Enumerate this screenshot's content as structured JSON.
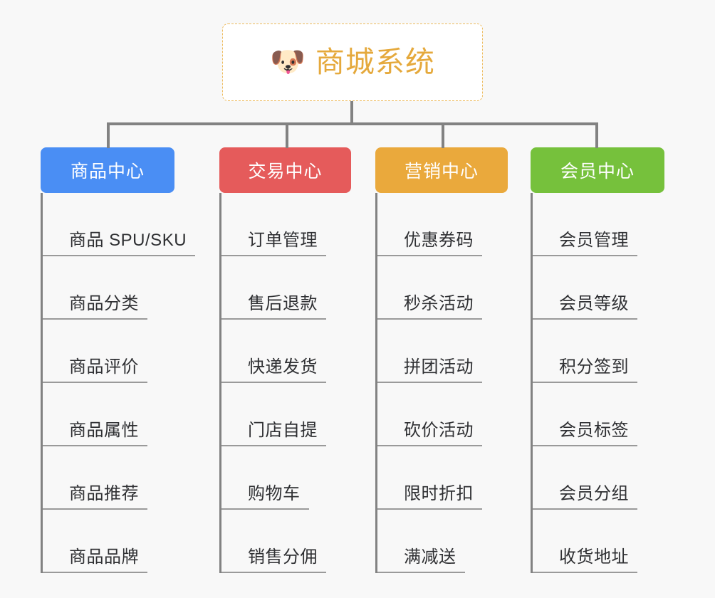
{
  "page": {
    "background_color": "#f8f8f8",
    "line_color": "#828282",
    "leaf_text_color": "#2f3033"
  },
  "root": {
    "icon": "dog-face-emoji",
    "emoji": "🐶",
    "title": "商城系统",
    "text_color": "#e5a93c",
    "border_color": "#edbb5e",
    "background_color": "#ffffff"
  },
  "branches": [
    {
      "id": "product-center",
      "label": "商品中心",
      "color": "#4a8ef4",
      "items": [
        {
          "label": "商品 SPU/SKU"
        },
        {
          "label": "商品分类"
        },
        {
          "label": "商品评价"
        },
        {
          "label": "商品属性"
        },
        {
          "label": "商品推荐"
        },
        {
          "label": "商品品牌"
        }
      ]
    },
    {
      "id": "trade-center",
      "label": "交易中心",
      "color": "#e55b5b",
      "items": [
        {
          "label": "订单管理"
        },
        {
          "label": "售后退款"
        },
        {
          "label": "快递发货"
        },
        {
          "label": "门店自提"
        },
        {
          "label": "购物车"
        },
        {
          "label": "销售分佣"
        }
      ]
    },
    {
      "id": "marketing-center",
      "label": "营销中心",
      "color": "#eaa93c",
      "items": [
        {
          "label": "优惠券码"
        },
        {
          "label": "秒杀活动"
        },
        {
          "label": "拼团活动"
        },
        {
          "label": "砍价活动"
        },
        {
          "label": "限时折扣"
        },
        {
          "label": "满减送"
        }
      ]
    },
    {
      "id": "member-center",
      "label": "会员中心",
      "color": "#76c13c",
      "items": [
        {
          "label": "会员管理"
        },
        {
          "label": "会员等级"
        },
        {
          "label": "积分签到"
        },
        {
          "label": "会员标签"
        },
        {
          "label": "会员分组"
        },
        {
          "label": "收货地址"
        }
      ]
    }
  ]
}
